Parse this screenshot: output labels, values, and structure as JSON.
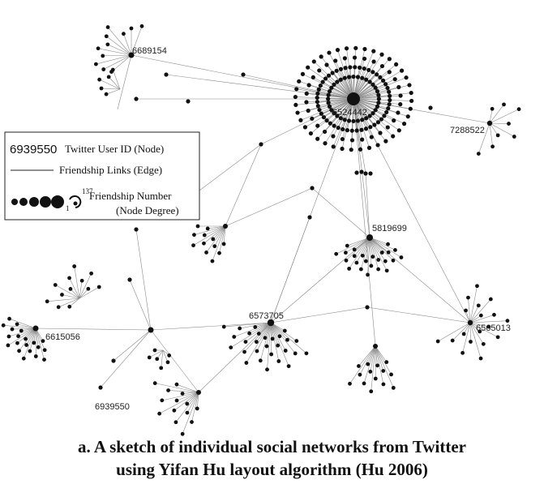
{
  "nodes": [
    {
      "id": "6524442",
      "label": "6524442"
    },
    {
      "id": "6689154",
      "label": "6689154"
    },
    {
      "id": "7288522",
      "label": "7288522"
    },
    {
      "id": "5819699",
      "label": "5819699"
    },
    {
      "id": "6573705",
      "label": "6573705"
    },
    {
      "id": "6615056",
      "label": "6615056"
    },
    {
      "id": "6565013",
      "label": "6565013"
    },
    {
      "id": "6939550",
      "label": "6939550"
    }
  ],
  "legend": {
    "node_id_sample": "6939550",
    "node_desc": "Twitter User ID (Node)",
    "edge_desc": "Friendship Links (Edge)",
    "degree_min": "1",
    "degree_max": "137",
    "degree_desc_1": "Friendship Number",
    "degree_desc_2": "(Node Degree)"
  },
  "caption": {
    "line1": "a. A sketch of individual social networks from Twitter",
    "line2": "using Yifan Hu layout algorithm (Hu 2006)"
  },
  "colors": {
    "node": "#111111",
    "edge": "#8a8a8a"
  }
}
